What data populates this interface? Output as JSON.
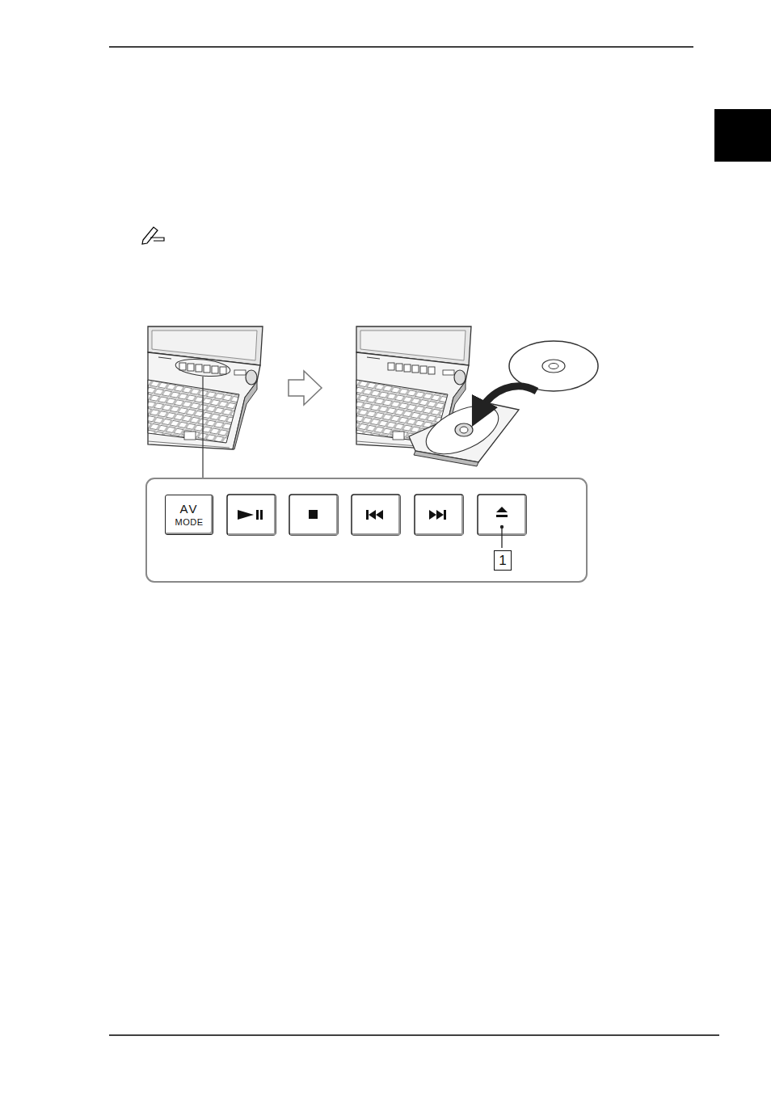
{
  "diagram": {
    "nodes": [
      {
        "text": [
          "AV",
          "MODE"
        ]
      },
      {
        "text": [
          "1"
        ]
      }
    ]
  }
}
